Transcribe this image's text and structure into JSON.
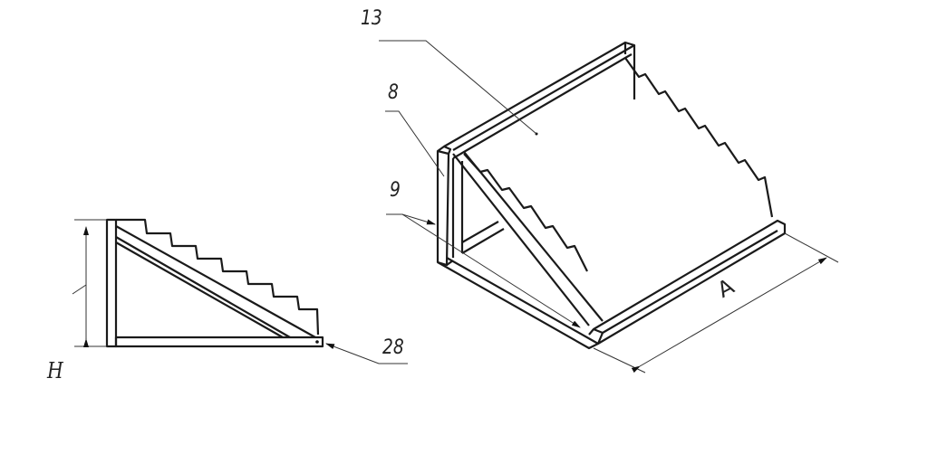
{
  "labels": {
    "height": "H",
    "width": "A",
    "part_13": "13",
    "part_8": "8",
    "part_9": "9",
    "part_28": "28"
  },
  "colors": {
    "line": "#1a1a1a",
    "background": "#ffffff"
  }
}
